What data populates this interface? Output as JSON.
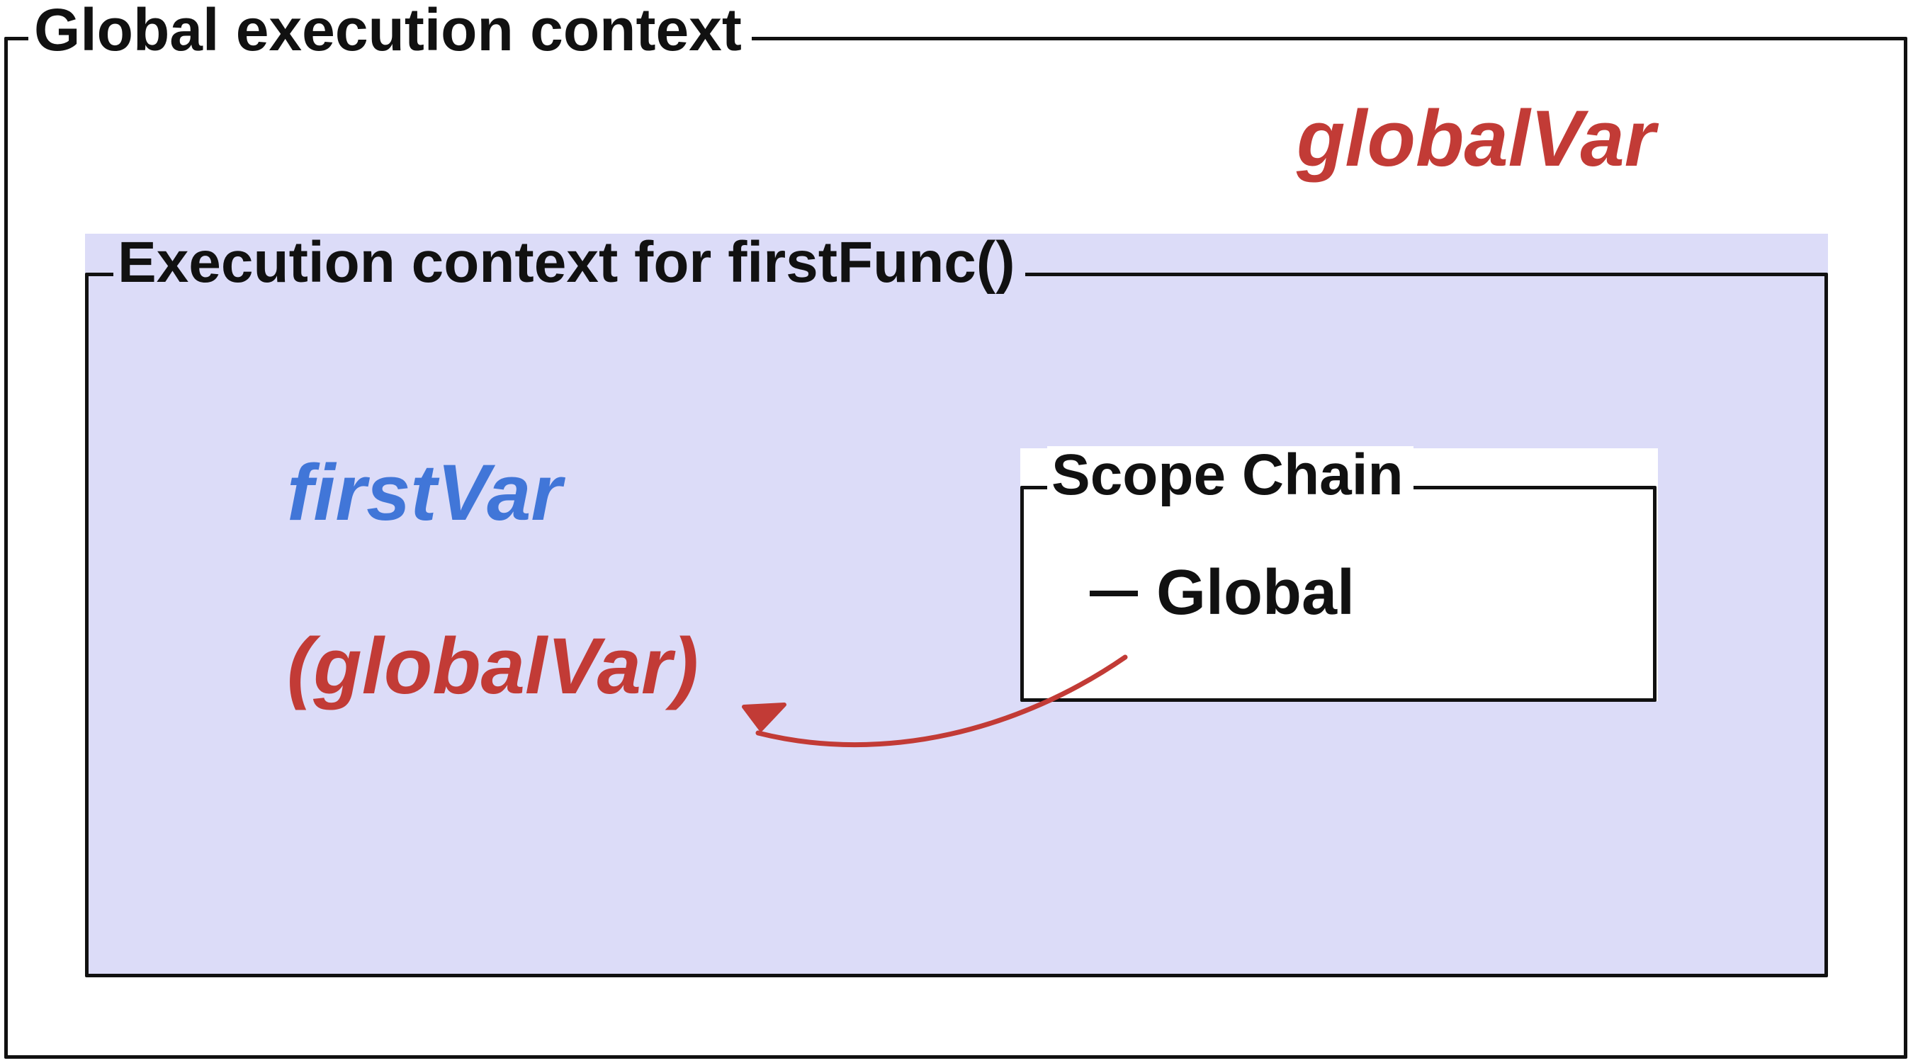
{
  "global_context": {
    "title": "Global execution context",
    "variable": "globalVar"
  },
  "function_context": {
    "title": "Execution context for firstFunc()",
    "local_variable": "firstVar",
    "referenced_variable": "(globalVar)"
  },
  "scope_chain": {
    "title": "Scope Chain",
    "items": [
      "Global"
    ]
  },
  "colors": {
    "global_var": "#c23b36",
    "local_var": "#4176d8",
    "function_context_fill": "#dcdcf8",
    "arrow": "#c23b36"
  }
}
